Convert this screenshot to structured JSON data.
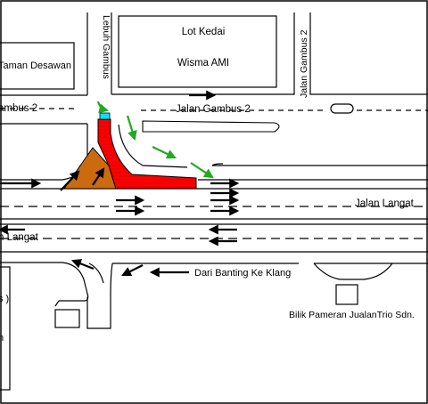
{
  "map": {
    "labels": {
      "taman_desawan": "Taman Desawan",
      "lebuh_gambus": "Lebuh Gambus",
      "lot_kedai": "Lot Kedai",
      "wisma_ami": "Wisma AMI",
      "jalan_gambus_2_vertical": "Jalan Gambus 2",
      "jalan_gambus_2_left": "ambus 2",
      "jalan_gambus_2_center": "Jalan Gambus 2",
      "jalan_langat_right": "Jalan Langat",
      "jalan_langat_left": "n Langat",
      "dari_banting": "Dari Banting Ke Klang",
      "bilik_pameran": "Bilik Pameran JualanTrio Sdn.",
      "left_fragment_1": "s )",
      "left_fragment_2": "n"
    },
    "colors": {
      "background": "#ffffff",
      "road_line": "#000000",
      "construction_orange": "#cc6a10",
      "closure_red": "#ff0000",
      "cyan_marker": "#00e5ff",
      "traffic_arrow": "#000000",
      "diversion_arrow": "#22aa22"
    }
  }
}
